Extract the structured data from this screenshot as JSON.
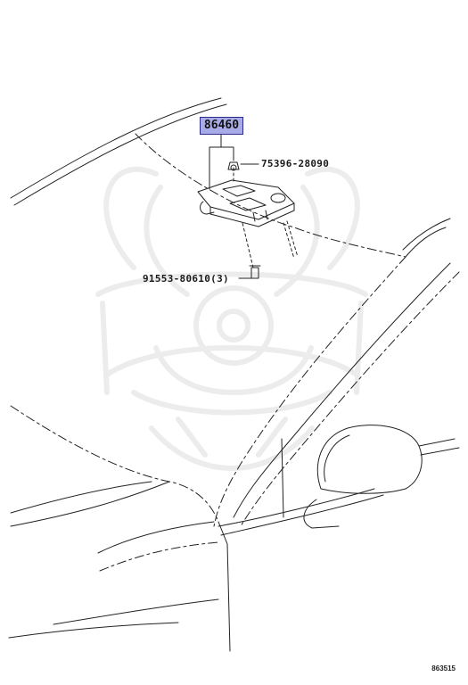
{
  "parts": {
    "main": "86460",
    "nut": "75396-28090",
    "bolt": "91553-80610(3)"
  },
  "illustration_code": "863515"
}
